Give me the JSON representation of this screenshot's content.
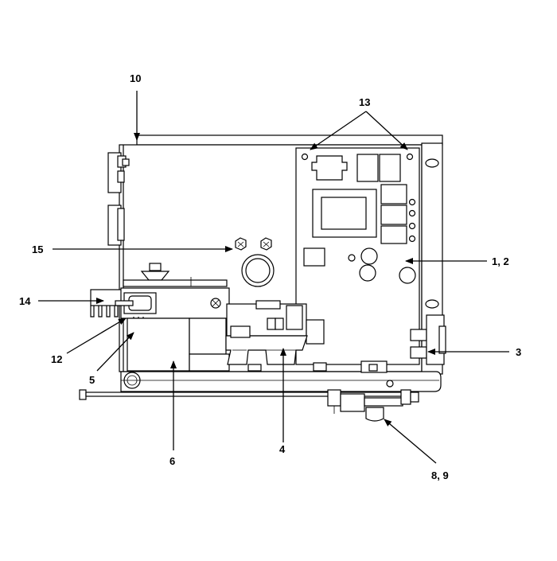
{
  "callouts": [
    {
      "id": "c10",
      "label": "10"
    },
    {
      "id": "c13",
      "label": "13"
    },
    {
      "id": "c15",
      "label": "15"
    },
    {
      "id": "c12",
      "label": "1, 2"
    },
    {
      "id": "c14",
      "label": "14"
    },
    {
      "id": "c3",
      "label": "3"
    },
    {
      "id": "c12b",
      "label": "12"
    },
    {
      "id": "c5",
      "label": "5"
    },
    {
      "id": "c6",
      "label": "6"
    },
    {
      "id": "c4",
      "label": "4"
    },
    {
      "id": "c89",
      "label": "8, 9"
    }
  ]
}
